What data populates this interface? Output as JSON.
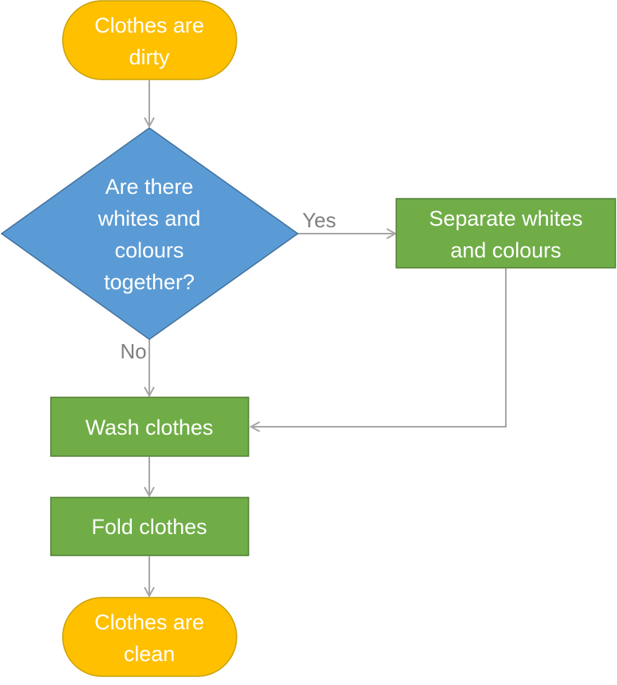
{
  "colors": {
    "terminator": "#FFC000",
    "terminator_border": "#C9A000",
    "decision": "#5B9BD5",
    "decision_border": "#41719C",
    "process": "#70AD47",
    "process_border": "#507E32",
    "connector": "#A6A6A6",
    "edge_label": "#7F7F7F",
    "node_text": "#FFFFFF"
  },
  "nodes": {
    "start": {
      "shape": "terminator",
      "lines": [
        "Clothes are",
        "dirty"
      ]
    },
    "decision": {
      "shape": "decision",
      "lines": [
        "Are there",
        "whites and",
        "colours",
        "together?"
      ]
    },
    "separate": {
      "shape": "process",
      "lines": [
        "Separate whites",
        "and colours"
      ]
    },
    "wash": {
      "shape": "process",
      "lines": [
        "Wash clothes"
      ]
    },
    "fold": {
      "shape": "process",
      "lines": [
        "Fold clothes"
      ]
    },
    "end": {
      "shape": "terminator",
      "lines": [
        "Clothes are",
        "clean"
      ]
    }
  },
  "edges": {
    "yes_label": "Yes",
    "no_label": "No"
  }
}
